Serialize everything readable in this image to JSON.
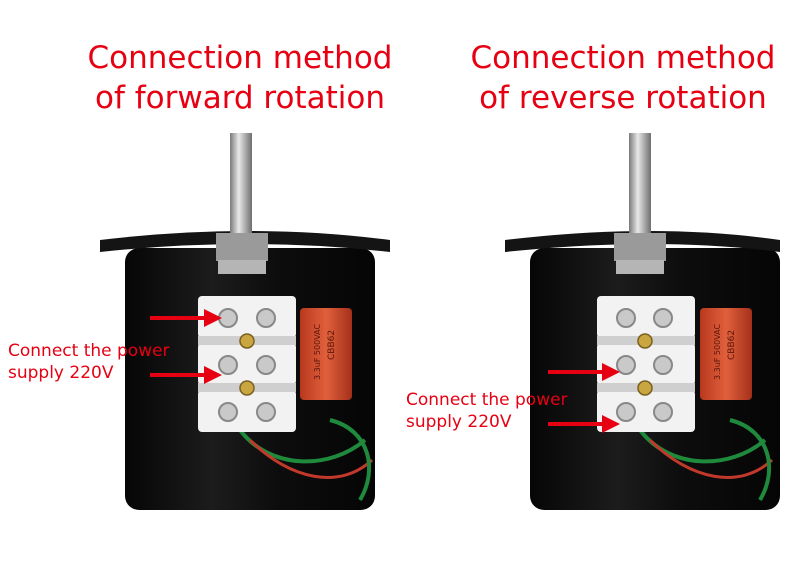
{
  "left": {
    "title_line1": "Connection method",
    "title_line2": "of forward rotation",
    "note_line1": "Connect the power",
    "note_line2": "supply 220V",
    "capacitor_text1": "CBB62",
    "capacitor_text2": "3.3uF 500VAC"
  },
  "right": {
    "title_line1": "Connection method",
    "title_line2": "of reverse rotation",
    "note_line1": "Connect the power",
    "note_line2": "supply 220V",
    "capacitor_text1": "CBB62",
    "capacitor_text2": "3.3uF 500VAC"
  },
  "colors": {
    "accent": "#e60012",
    "motor_body": "#111111",
    "terminal": "#f2f2f2",
    "capacitor": "#d8452a"
  }
}
